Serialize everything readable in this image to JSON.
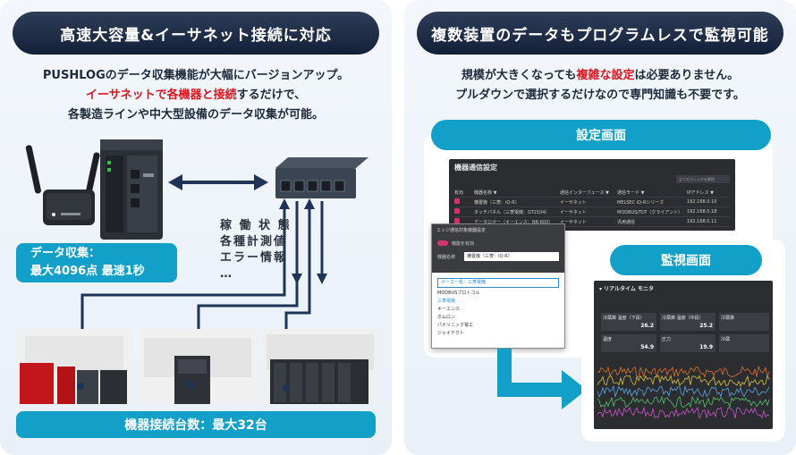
{
  "left": {
    "header": "高速大容量&イーサネット接続に対応",
    "desc_line1": "PUSHLOGのデータ収集機能が大幅にバージョンアップ。",
    "desc_line2_red": "イーサネットで各機器と接続",
    "desc_line2_rest": "するだけで、",
    "desc_line3": "各製造ラインや中大型設備のデータ収集が可能。",
    "data_box_line1": "データ収集：",
    "data_box_line2": "最大4096点  最速1秒",
    "status_lines": [
      "稼 働 状 態",
      "各種計測値",
      "エラー情報",
      "…"
    ],
    "bottom_bar": "機器接続台数：最大32台"
  },
  "right": {
    "header": "複数装置のデータもプログラムレスで監視可能",
    "desc_line1_a": "規模が大きくなっても",
    "desc_line1_red": "複雑な設定",
    "desc_line1_b": "は必要ありません。",
    "desc_line2": "プルダウンで選択するだけなので専門知識も不要です。",
    "settings_tab": "設定画面",
    "monitor_tab": "監視画面",
    "settings_window": {
      "title": "機器通信設定",
      "search_placeholder": "全てのフィルタを解除",
      "columns": [
        "有効",
        "機器名称 ▼",
        "通信インターフェース ▼",
        "通信モード ▼",
        "IPアドレス ▼"
      ],
      "rows": [
        [
          "",
          "横置機（三菱：iQ-R）",
          "イーサネット",
          "MELSEC iQ-Rシリーズ",
          "192.168.0.10"
        ],
        [
          "",
          "タッチパネル（三菱電機：GT2104）",
          "イーサネット",
          "MODBUS/TCP（クライアント）",
          "192.168.0.18"
        ],
        [
          "",
          "データロガー（キーエンス：NR-600）",
          "イーサネット",
          "汎用通信",
          "192.168.0.11"
        ]
      ]
    },
    "popup": {
      "title": "エッジ通信対象機器設定",
      "toggle_label": "機能を有効",
      "name_label": "機器名称",
      "name_value": "横置機（三菱：iQ-R）",
      "maker_select": "メーカー名：三菱電機",
      "options": [
        "MODBUSプロトコル",
        "三菱電機",
        "キーエンス",
        "オムロン",
        "パナソニック電工",
        "ジェイテクト"
      ],
      "selected_index": 1
    },
    "monitor_window": {
      "title": "リアルタイム モニタ",
      "cards": [
        {
          "label": "冷蔵庫 温度（下段）",
          "value": "26.2"
        },
        {
          "label": "冷蔵庫 温度（中段）",
          "value": "25.2"
        },
        {
          "label": "冷蔵庫",
          "value": ""
        },
        {
          "label": "温度",
          "value": "54.9"
        },
        {
          "label": "圧力",
          "value": "19.9"
        },
        {
          "label": "冷蔵",
          "value": ""
        }
      ]
    }
  },
  "colors": {
    "header_bg": "#1f2d48",
    "accent_teal": "#12a0c8",
    "highlight_red": "#e0141e",
    "navy_line": "#1f3357"
  }
}
